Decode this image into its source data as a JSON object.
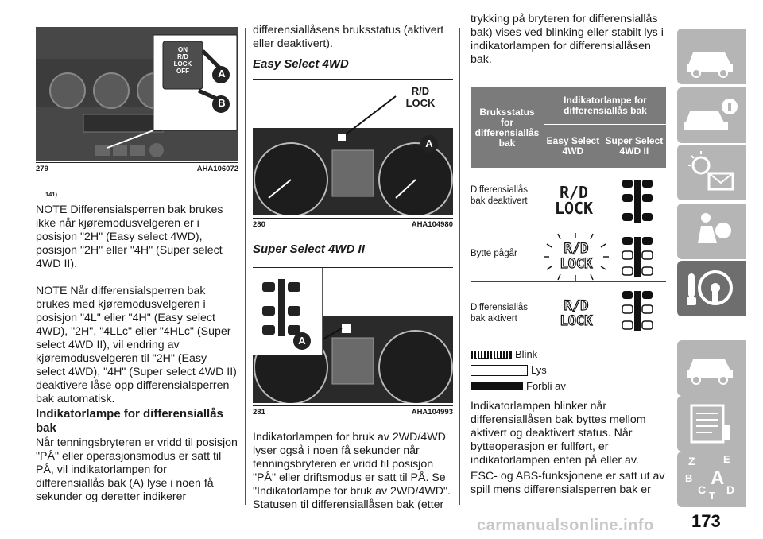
{
  "col1": {
    "fig279": {
      "number": "279",
      "code": "AHA106072",
      "switch_labels": [
        "ON",
        "R/D",
        "LOCK",
        "OFF"
      ],
      "marker_a": "A",
      "marker_b": "B"
    },
    "ref": "141)",
    "note1": "NOTE  Differensialsperren bak brukes ikke når kjøremodusvelgeren er i posisjon \"2H\" (Easy select 4WD), posisjon \"2H\" eller \"4H\" (Super select 4WD II).",
    "note2": "NOTE  Når differensialsperren bak brukes med kjøremodusvelgeren i posisjon \"4L\" eller \"4H\" (Easy select 4WD), \"2H\", \"4LLc\" eller \"4HLc\" (Super select 4WD II), vil endring av kjøremodusvelgeren til \"2H\" (Easy select 4WD), \"4H\" (Super select 4WD II) deaktivere låse opp differensialsperren bak automatisk.",
    "heading": "Indikatorlampe for differensiallås bak",
    "body": "Når tenningsbryteren er vridd til posisjon \"PÅ\" eller operasjonsmodus er satt til PÅ, vil indikatorlampen for differensiallås bak (A) lyse i noen få sekunder og deretter indikerer"
  },
  "col2": {
    "intro": "differensiallåsens bruksstatus (aktivert eller deaktivert).",
    "heading_easy": "Easy Select 4WD",
    "fig280": {
      "number": "280",
      "code": "AHA104980",
      "callout": "R/D LOCK",
      "marker_a": "A"
    },
    "heading_super": "Super Select 4WD II",
    "fig281": {
      "number": "281",
      "code": "AHA104993",
      "marker_a": "A"
    },
    "body": "Indikatorlampen for bruk av 2WD/4WD lyser også i noen få sekunder når tenningsbryteren er vridd til posisjon \"PÅ\" eller driftsmodus er satt til PÅ. Se \"Indikatorlampe for bruk av 2WD/4WD\". Statusen til differensiallåsen bak (etter"
  },
  "col3": {
    "intro": "trykking på bryteren for differensiallås bak) vises ved blinking eller stabilt lys i indikatorlampen for differensiallåsen bak.",
    "table": {
      "header_status": "Bruksstatus for differensiallås bak",
      "header_lamp": "Indikatorlampe for differensiallås bak",
      "header_easy": "Easy Select 4WD",
      "header_super": "Super Select 4WD II",
      "lock_text": "R/D LOCK",
      "rows": [
        {
          "label": "Differensiallås bak deaktivert"
        },
        {
          "label": "Bytte pågår"
        },
        {
          "label": "Differensiallås bak aktivert"
        }
      ]
    },
    "legend": [
      "Blink",
      "Lys",
      "Forbli av"
    ],
    "body1": "Indikatorlampen blinker når differensiallåsen bak byttes mellom aktivert og deaktivert status. Når bytteoperasjon er fullført, er indikatorlampen enten på eller av.",
    "body2": "ESC- og ABS-funksjonene er satt ut av spill mens differensialsperren bak er"
  },
  "page_number": "173",
  "watermark": "carmanualsonline.info",
  "sidebar": {
    "tabs": [
      {
        "icon": "car-dashboard-icon"
      },
      {
        "icon": "car-info-icon"
      },
      {
        "icon": "warning-lights-icon"
      },
      {
        "icon": "airbag-icon"
      },
      {
        "icon": "key-steering-wheel-icon",
        "active": true
      },
      {
        "icon": "car-service-icon"
      },
      {
        "icon": "technical-data-icon"
      },
      {
        "icon": "alphabetical-index-icon"
      }
    ],
    "index_letters": [
      "Z",
      "E",
      "B",
      "A",
      "C",
      "T",
      "D"
    ]
  }
}
